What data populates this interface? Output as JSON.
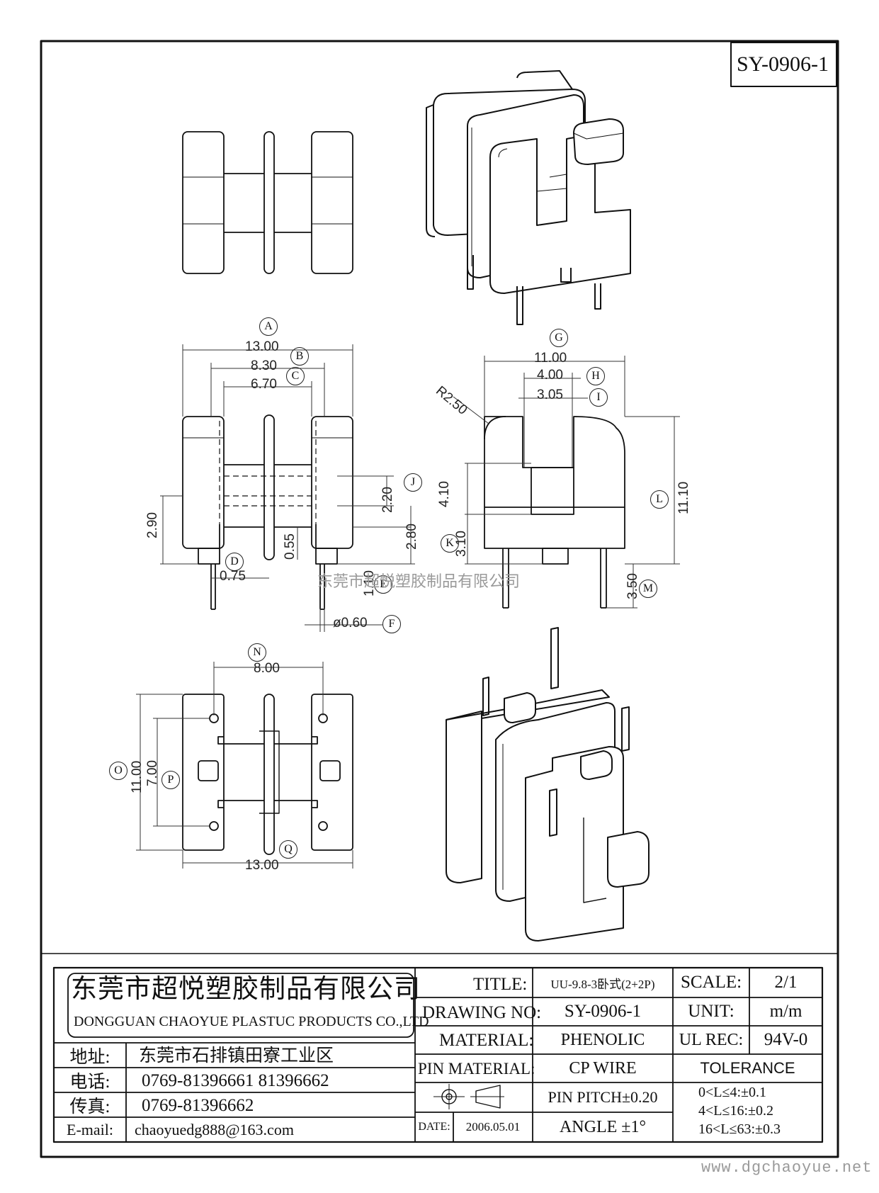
{
  "drawing_code": "SY-0906-1",
  "watermark_center": "东莞市超悦塑胶制品有限公司",
  "watermark_footer": "www.dgchaoyue.net",
  "dimensions": {
    "A": {
      "letter": "A",
      "value": "13.00"
    },
    "B": {
      "letter": "B",
      "value": "8.30"
    },
    "C": {
      "letter": "C",
      "value": "6.70"
    },
    "D": {
      "letter": "D",
      "value": "0.75"
    },
    "E": {
      "letter": "E",
      "value": "1.10"
    },
    "F": {
      "letter": "F",
      "value": "ø0.60"
    },
    "G": {
      "letter": "G",
      "value": "11.00"
    },
    "H": {
      "letter": "H",
      "value": "4.00"
    },
    "I": {
      "letter": "I",
      "value": "3.05"
    },
    "J": {
      "letter": "J",
      "value": "2.20"
    },
    "K": {
      "letter": "K",
      "value": "3.10"
    },
    "L": {
      "letter": "L",
      "value": "11.10"
    },
    "M": {
      "letter": "M",
      "value": "3.50"
    },
    "N": {
      "letter": "N",
      "value": "8.00"
    },
    "O": {
      "letter": "O",
      "value": "11.00"
    },
    "P": {
      "letter": "P",
      "value": "7.00"
    },
    "Q": {
      "letter": "Q",
      "value": "13.00"
    },
    "extra_290": "2.90",
    "extra_055": "0.55",
    "extra_280": "2.80",
    "extra_410": "4.10",
    "radius": "R2.50"
  },
  "title_block": {
    "company_cn": "东莞市超悦塑胶制品有限公司",
    "company_en": "DONGGUAN CHAOYUE PLASTUC PRODUCTS CO.,LTD",
    "address_label": "地址:",
    "address_value": "东莞市石排镇田寮工业区",
    "phone_label": "电话:",
    "phone_value": "0769-81396661   81396662",
    "fax_label": "传真:",
    "fax_value": "0769-81396662",
    "email_label": "E-mail:",
    "email_value": "chaoyuedg888@163.com",
    "title_label": "TITLE:",
    "title_value": "UU-9.8-3卧式(2+2P)",
    "drawing_no_label": "DRAWING NO:",
    "drawing_no_value": "SY-0906-1",
    "material_label": "MATERIAL:",
    "material_value": "PHENOLIC",
    "pin_material_label": "PIN MATERIAL:",
    "pin_material_value": "CP WIRE",
    "date_label": "DATE:",
    "date_value": "2006.05.01",
    "pin_pitch": "PIN PITCH±0.20",
    "angle": "ANGLE  ±1°",
    "scale_label": "SCALE:",
    "scale_value": "2/1",
    "unit_label": "UNIT:",
    "unit_value": "m/m",
    "ul_label": "UL REC:",
    "ul_value": "94V-0",
    "tolerance_label": "TOLERANCE",
    "tolerance_lines": [
      "0<L≤4:±0.1",
      "4<L≤16:±0.2",
      "16<L≤63:±0.3"
    ]
  }
}
